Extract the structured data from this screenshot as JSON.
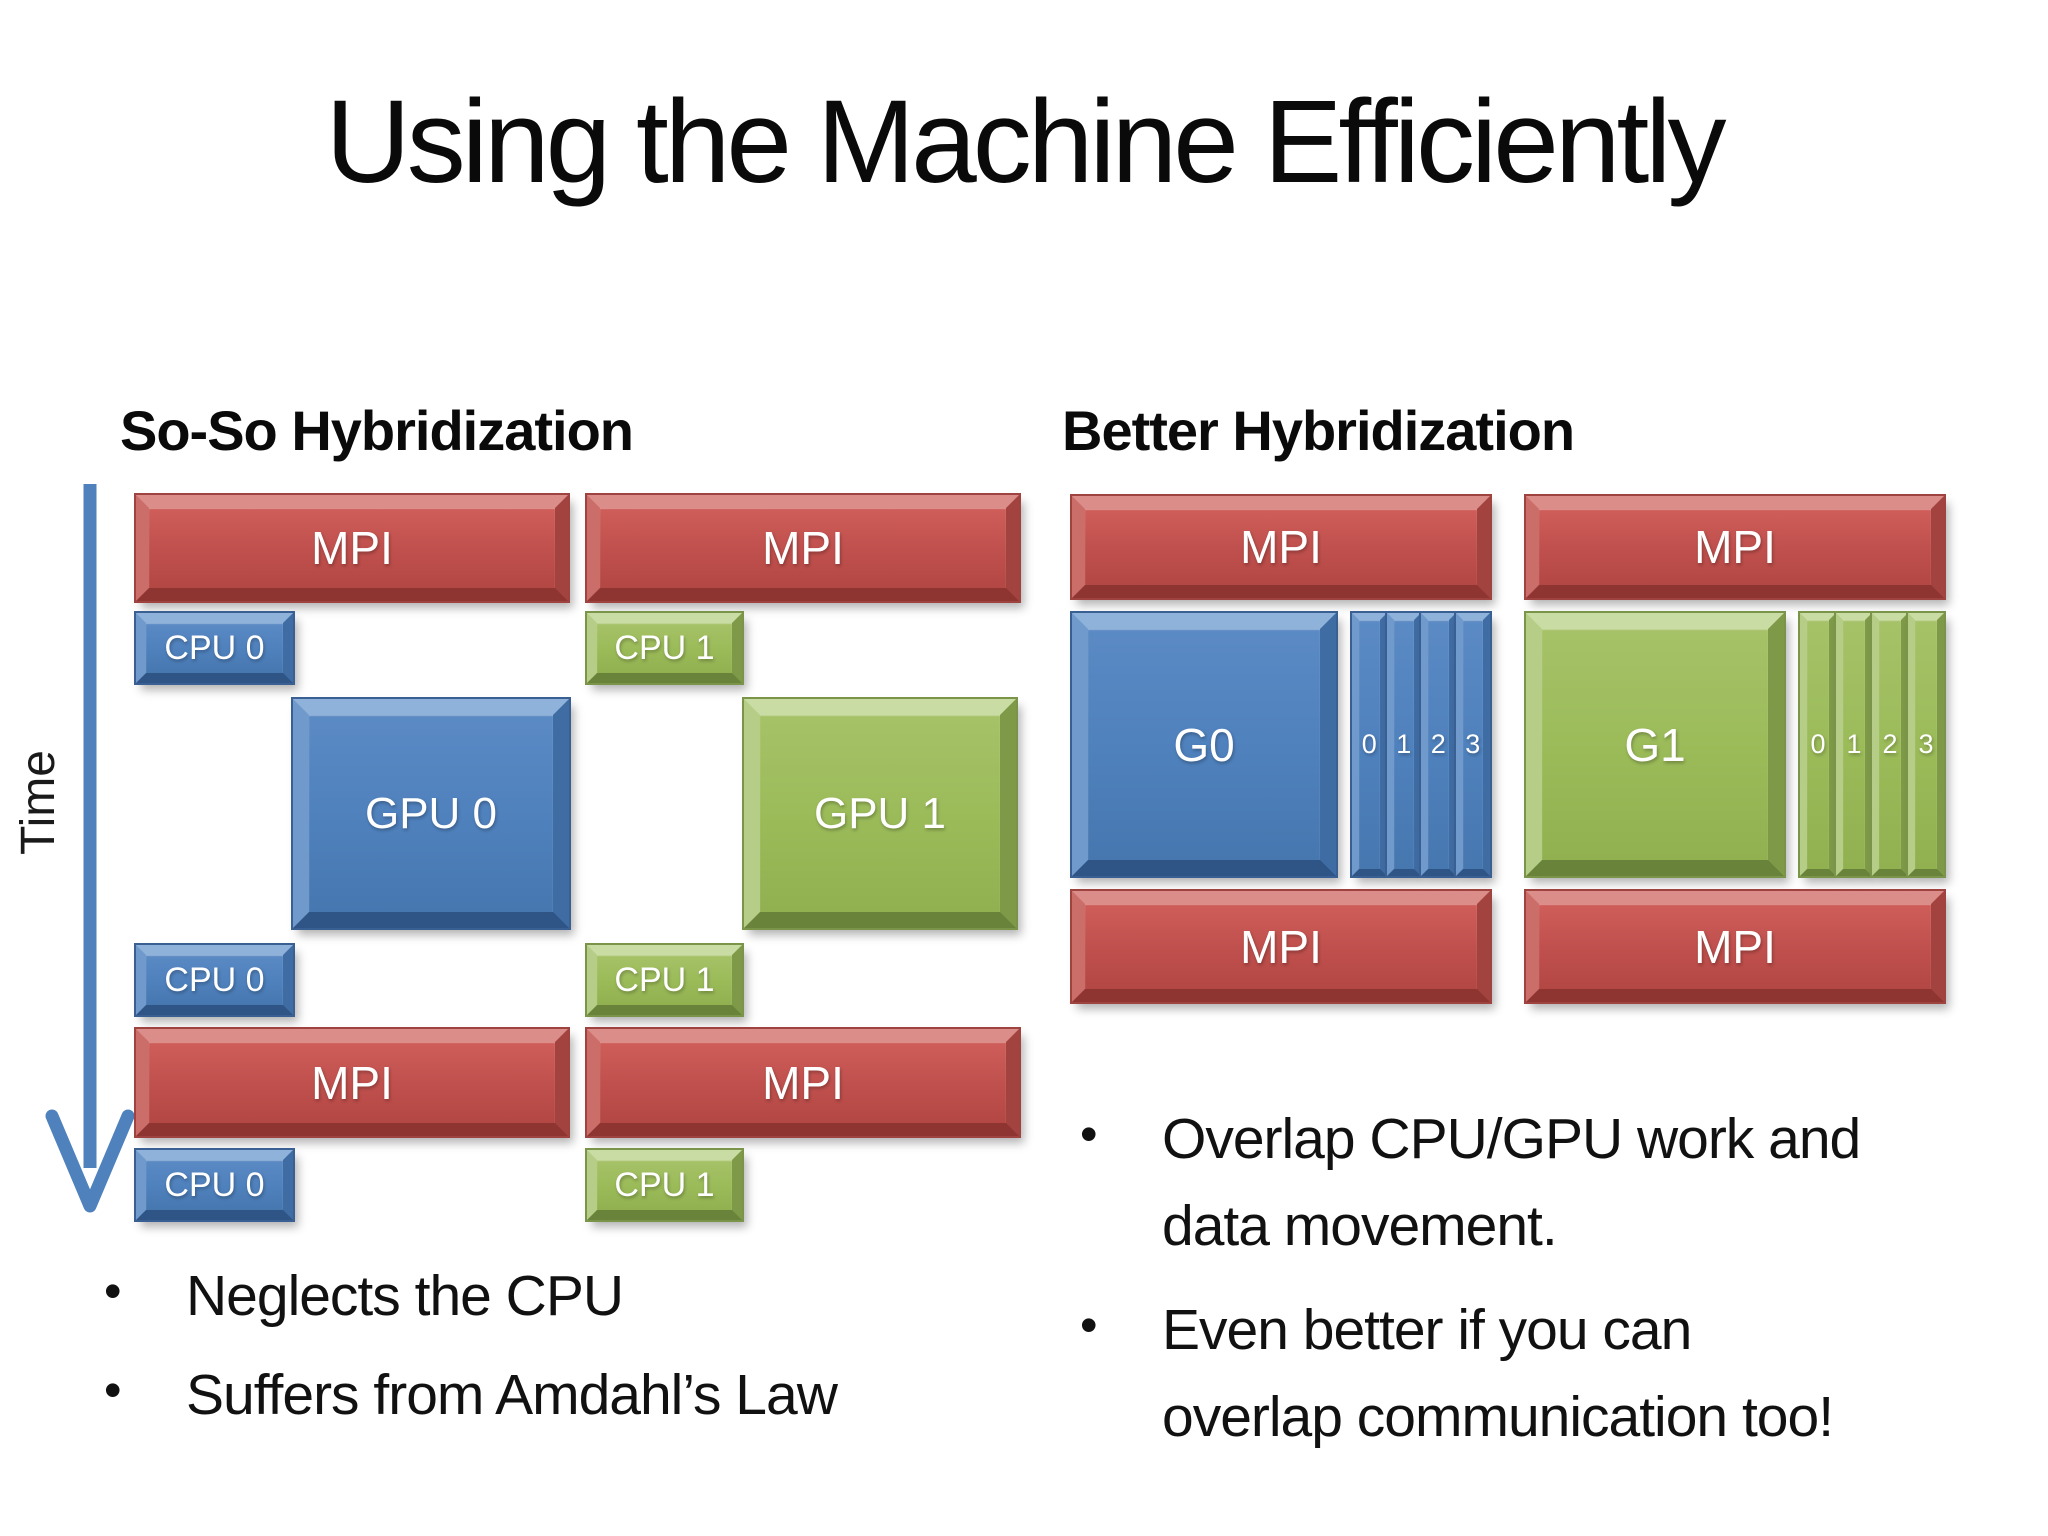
{
  "slide": {
    "title": "Using the Machine Efficiently"
  },
  "colors": {
    "mpi_red": "#C0504D",
    "device0_blue": "#4F81BD",
    "device1_green": "#9BBB59",
    "time_arrow_blue": "#4F81BD",
    "text_black": "#0A0A0A"
  },
  "labels": {
    "mpi": "MPI",
    "cpu0": "CPU 0",
    "cpu1": "CPU 1",
    "gpu0": "GPU 0",
    "gpu1": "GPU 1",
    "g0": "G0",
    "g1": "G1"
  },
  "left": {
    "heading": "So-So Hybridization",
    "time_label": "Time",
    "bullets": [
      [
        "Neglects the CPU"
      ],
      [
        "Suffers from Amdahl’s Law"
      ]
    ]
  },
  "right": {
    "heading": "Better Hybridization",
    "stream_ids": [
      "0",
      "1",
      "2",
      "3"
    ],
    "bullets": [
      [
        "Overlap CPU/GPU work and",
        "data movement."
      ],
      [
        "Even better if you can",
        "overlap communication too!"
      ]
    ]
  }
}
